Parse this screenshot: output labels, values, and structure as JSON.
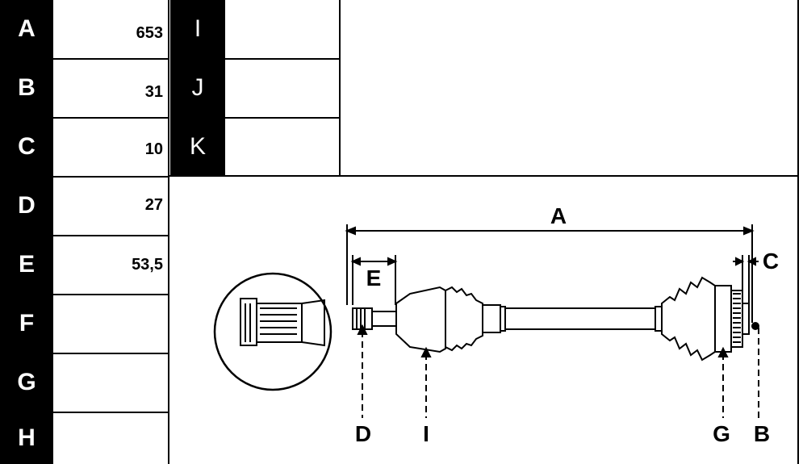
{
  "table_left": {
    "rows": [
      {
        "label": "A",
        "value": "653"
      },
      {
        "label": "B",
        "value": "31"
      },
      {
        "label": "C",
        "value": "10"
      },
      {
        "label": "D",
        "value": "27"
      },
      {
        "label": "E",
        "value": "53,5"
      },
      {
        "label": "F",
        "value": ""
      },
      {
        "label": "G",
        "value": ""
      },
      {
        "label": "H",
        "value": ""
      }
    ]
  },
  "table_right": {
    "rows": [
      {
        "label": "I",
        "value": ""
      },
      {
        "label": "J",
        "value": ""
      },
      {
        "label": "K",
        "value": ""
      }
    ]
  },
  "diagram": {
    "labels": {
      "A": "A",
      "B": "B",
      "C": "C",
      "D": "D",
      "E": "E",
      "G": "G",
      "I": "I"
    }
  }
}
